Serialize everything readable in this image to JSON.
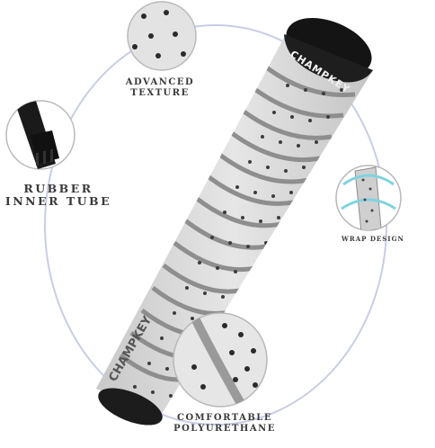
{
  "image": {
    "description_free": true,
    "background_color": "#ffffff",
    "grip_color": "#d9d9d9",
    "grip_band_color": "#8e8e8e",
    "cap_color": "#141414",
    "ring_color": "#c9cde6"
  },
  "brand": {
    "cap_text": "CHAMPKEY",
    "shaft_text": "CHAMPKEY"
  },
  "labels": {
    "texture_line1": "ADVANCED",
    "texture_line2": "TEXTURE",
    "tube_line1": "RUBBER",
    "tube_line2": "INNER TUBE",
    "wrap": "WRAP DESIGN",
    "comfort_line1": "COMFORTABLE",
    "comfort_line2": "POLYURETHANE"
  }
}
